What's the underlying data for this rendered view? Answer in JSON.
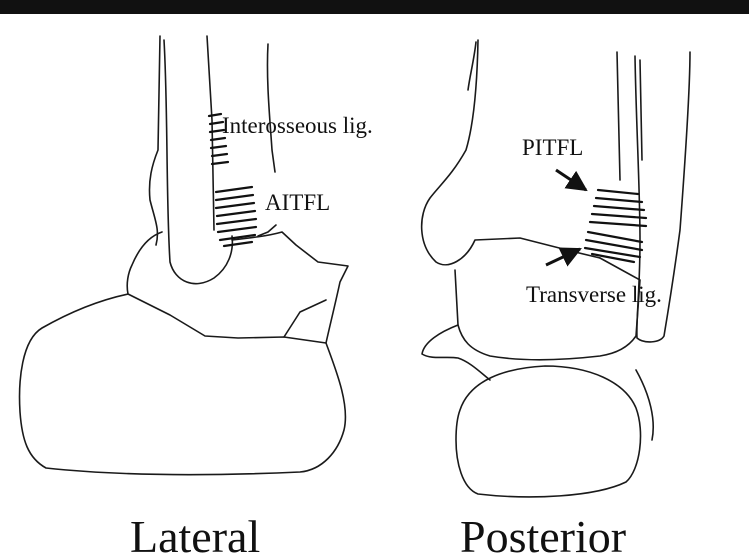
{
  "labels": {
    "interosseous": "Interosseous lig.",
    "aitfl": "AITFL",
    "pitfl": "PITFL",
    "transverse": "Transverse lig."
  },
  "captions": {
    "lateral": "Lateral",
    "posterior": "Posterior"
  },
  "colors": {
    "ink": "#111111",
    "background": "#ffffff"
  }
}
